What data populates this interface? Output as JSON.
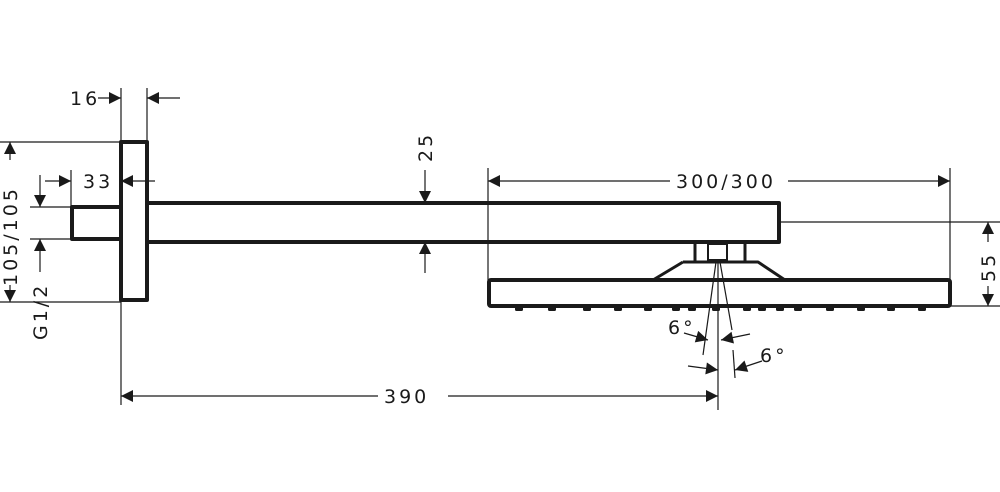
{
  "title": "Shower arm with overhead shower – dimension drawing",
  "dimensions": {
    "plate_depth": "16",
    "inlet_length": "33",
    "arm_height": "25",
    "head_size": "300/300",
    "plate_size": "105/105",
    "thread": "G1/2",
    "head_height": "55",
    "angle_left": "6°",
    "angle_right": "6°",
    "projection": "390"
  }
}
